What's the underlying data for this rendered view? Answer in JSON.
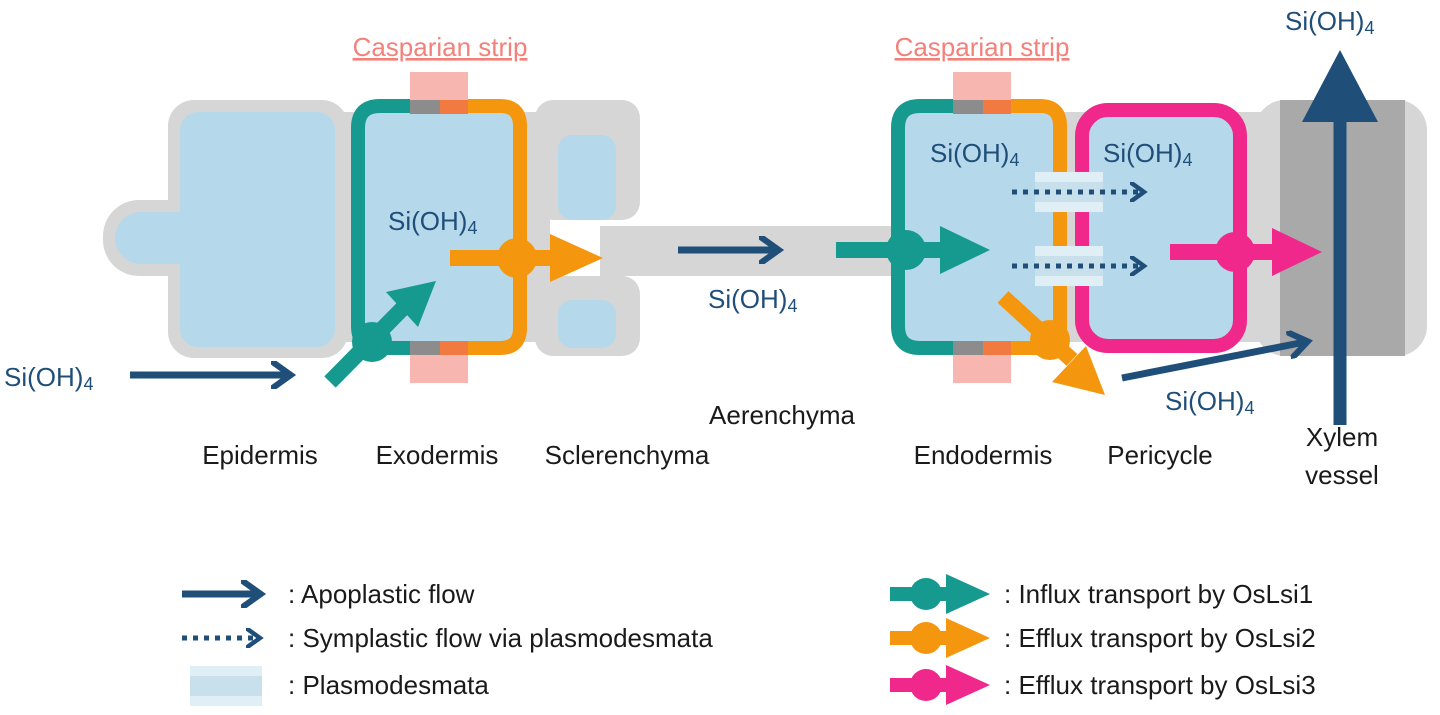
{
  "labels": {
    "casparian_left": "Casparian strip",
    "casparian_right": "Casparian strip",
    "epidermis": "Epidermis",
    "exodermis": "Exodermis",
    "sclerenchyma": "Sclerenchyma",
    "aerenchyma": "Aerenchyma",
    "endodermis": "Endodermis",
    "pericycle": "Pericycle",
    "xylem_line1": "Xylem",
    "xylem_line2": "vessel"
  },
  "silicic": {
    "main": "Si(OH)",
    "sub": "4"
  },
  "legend": {
    "apoplastic": ": Apoplastic flow",
    "symplastic": ": Symplastic flow via plasmodesmata",
    "plasmodesmata": ": Plasmodesmata",
    "lsi1": ": Influx transport by OsLsi1",
    "lsi2": ": Efflux transport by OsLsi2",
    "lsi3": ": Efflux transport by OsLsi3"
  },
  "colors": {
    "apoplastic_arrow": "#1f4e79",
    "lsi1_teal": "#16998f",
    "lsi2_orange": "#f5960f",
    "lsi3_pink": "#f0288c",
    "casparian": "#f7b6b0",
    "cell_fill": "#b5d9ea",
    "cell_wall": "#d6d6d6",
    "xylem_gray": "#a9a9a9"
  }
}
